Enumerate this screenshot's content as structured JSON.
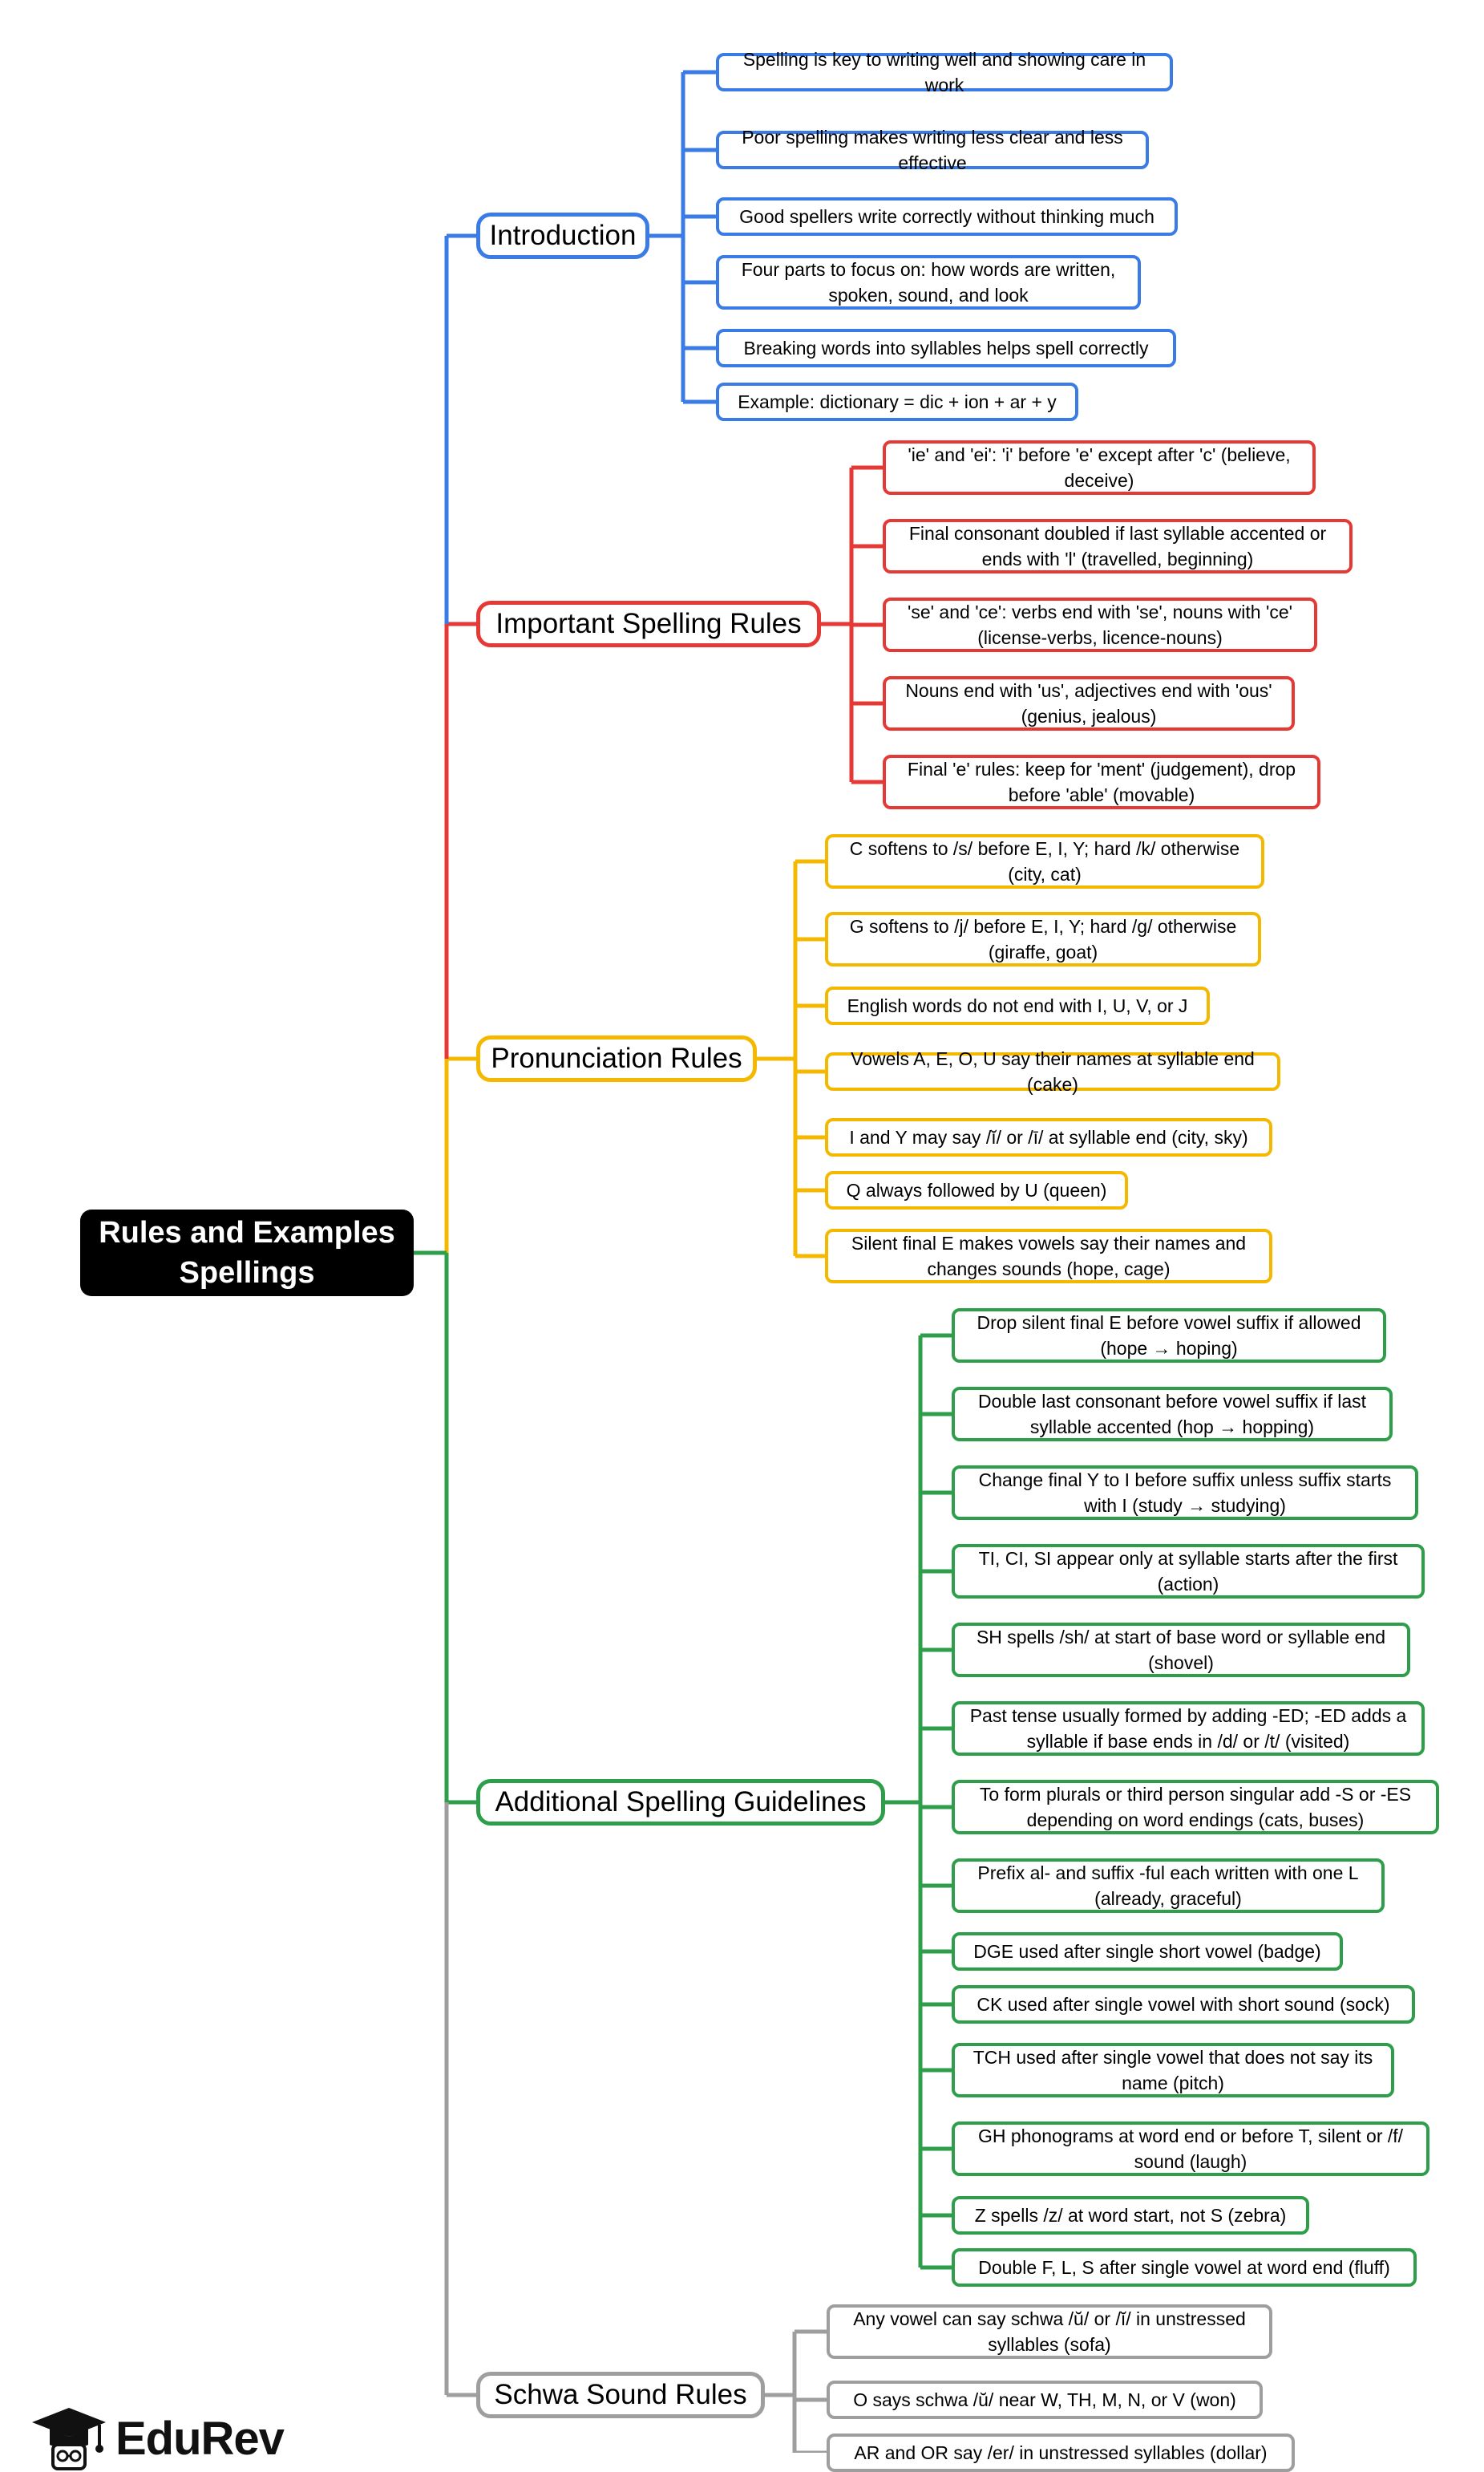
{
  "colors": {
    "root_bg": "#000000",
    "introduction": "#3a7be6",
    "important_spelling_rules": "#e53935",
    "pronunciation_rules": "#f5b800",
    "additional_spelling_guidelines": "#2e9e4a",
    "schwa_sound_rules": "#9e9e9e"
  },
  "root": {
    "title": "Rules and Examples Spellings"
  },
  "branches": [
    {
      "id": "introduction",
      "label": "Introduction",
      "leaves": [
        "Spelling is key to writing well and showing care in work",
        "Poor spelling makes writing less clear and less effective",
        "Good spellers write correctly without thinking much",
        "Four parts to focus on: how words are written, spoken, sound, and look",
        "Breaking words into syllables helps spell correctly",
        "Example: dictionary = dic + ion + ar + y"
      ]
    },
    {
      "id": "important_spelling_rules",
      "label": "Important Spelling Rules",
      "leaves": [
        "'ie' and 'ei': 'i' before 'e' except after 'c' (believe, deceive)",
        "Final consonant doubled if last syllable accented or ends with 'l' (travelled, beginning)",
        "'se' and 'ce': verbs end with 'se', nouns with 'ce' (license-verbs, licence-nouns)",
        "Nouns end with 'us', adjectives end with 'ous' (genius, jealous)",
        "Final 'e' rules: keep for 'ment' (judgement), drop before 'able' (movable)"
      ]
    },
    {
      "id": "pronunciation_rules",
      "label": "Pronunciation Rules",
      "leaves": [
        "C softens to /s/ before E, I, Y; hard /k/ otherwise (city, cat)",
        "G softens to /j/ before E, I, Y; hard /g/ otherwise (giraffe, goat)",
        "English words do not end with I, U, V, or J",
        "Vowels A, E, O, U say their names at syllable end (cake)",
        "I and Y may say /ĭ/ or /ī/ at syllable end (city, sky)",
        "Q always followed by U (queen)",
        "Silent final E makes vowels say their names and changes sounds (hope, cage)"
      ]
    },
    {
      "id": "additional_spelling_guidelines",
      "label": "Additional Spelling Guidelines",
      "leaves": [
        "Drop silent final E before vowel suffix if allowed (hope → hoping)",
        "Double last consonant before vowel suffix if last syllable accented (hop → hopping)",
        "Change final Y to I before suffix unless suffix starts with I (study → studying)",
        "TI, CI, SI appear only at syllable starts after the first (action)",
        "SH spells /sh/ at start of base word or syllable end (shovel)",
        "Past tense usually formed by adding -ED; -ED adds a syllable if base ends in /d/ or /t/ (visited)",
        "To form plurals or third person singular add -S or -ES depending on word endings (cats, buses)",
        "Prefix al- and suffix -ful each written with one L (already, graceful)",
        "DGE used after single short vowel (badge)",
        "CK used after single vowel with short sound (sock)",
        "TCH used after single vowel that does not say its name (pitch)",
        "GH phonograms at word end or before T, silent or /f/ sound (laugh)",
        "Z spells /z/ at word start, not S (zebra)",
        "Double F, L, S after single vowel at word end (fluff)"
      ]
    },
    {
      "id": "schwa_sound_rules",
      "label": "Schwa Sound Rules",
      "leaves": [
        "Any vowel can say schwa /ŭ/ or /ĭ/ in unstressed syllables (sofa)",
        "O says schwa /ŭ/ near W, TH, M, N, or V (won)",
        "AR and OR say /er/ in unstressed syllables (dollar)"
      ]
    }
  ],
  "logo": {
    "text": "EduRev",
    "icon": "graduation-cap-icon"
  }
}
